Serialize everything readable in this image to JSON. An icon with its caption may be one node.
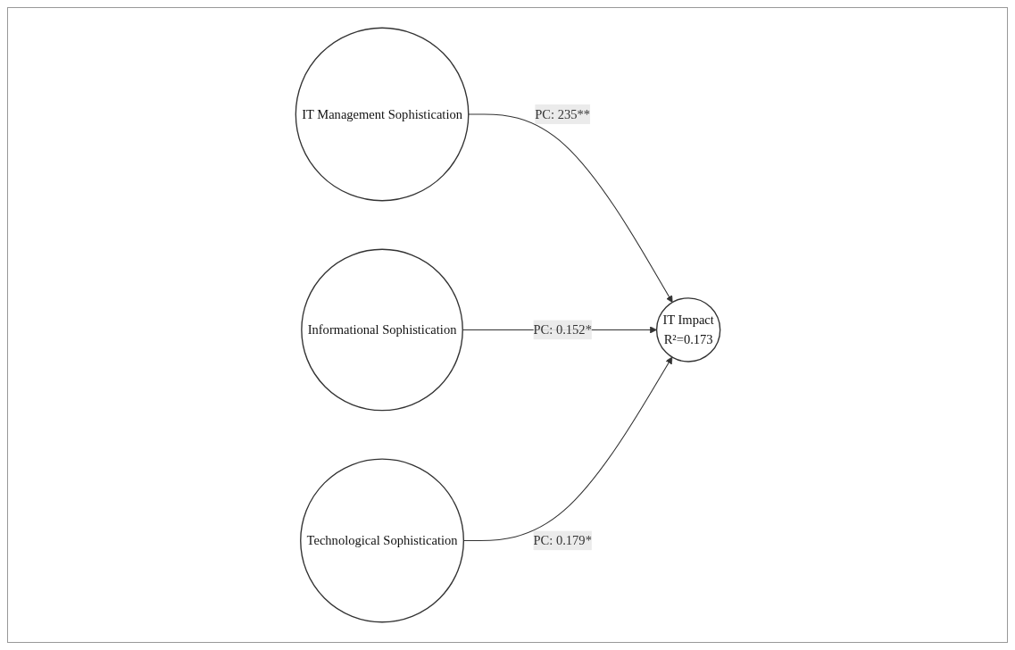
{
  "diagram": {
    "nodes": [
      {
        "text": [
          "IT Management Sophistication"
        ]
      },
      {
        "text": [
          "Informational Sophistication"
        ]
      },
      {
        "text": [
          "Technological Sophistication"
        ]
      },
      {
        "text": [
          "IT Impact",
          "R²=0.173"
        ]
      }
    ],
    "edges": [
      {
        "from": 0,
        "to": 3,
        "arrow": "to",
        "label": "PC: 235**"
      },
      {
        "from": 1,
        "to": 3,
        "arrow": "to",
        "label": "PC: 0.152*"
      },
      {
        "from": 2,
        "to": 3,
        "arrow": "to",
        "label": "PC: 0.179*"
      }
    ]
  }
}
